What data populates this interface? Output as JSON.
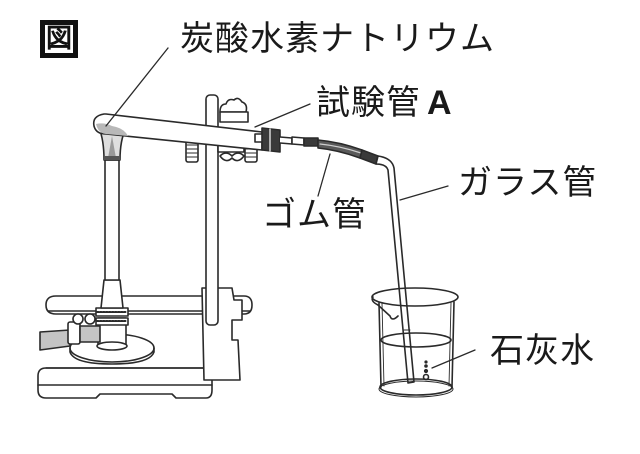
{
  "figure": {
    "marker": "図",
    "title": "Apparatus: heating sodium hydrogen carbonate and passing gas into limewater"
  },
  "labels": {
    "sodium_bicarbonate": "炭酸水素ナトリウム",
    "test_tube": "試験管",
    "test_tube_id": "A",
    "rubber_tube": "ゴム管",
    "glass_tube": "ガラス管",
    "limewater": "石灰水"
  },
  "components": [
    {
      "name": "gas-burner",
      "description": "Bunsen burner with gas hose"
    },
    {
      "name": "ring-stand",
      "description": "stand with clamp holding test tube"
    },
    {
      "name": "test-tube-a",
      "description": "tilted test tube with sodium bicarbonate at closed end"
    },
    {
      "name": "rubber-stopper",
      "description": "dark stopper at test tube mouth"
    },
    {
      "name": "rubber-tube",
      "description": "connects stopper to glass tube"
    },
    {
      "name": "glass-tube",
      "description": "bent glass tube descending into beaker"
    },
    {
      "name": "beaker",
      "description": "beaker containing limewater with bubbles"
    }
  ],
  "colors": {
    "line": "#2a2a2a",
    "shade": "#bdbdbd",
    "dark": "#3a3a3a",
    "background": "#ffffff"
  }
}
